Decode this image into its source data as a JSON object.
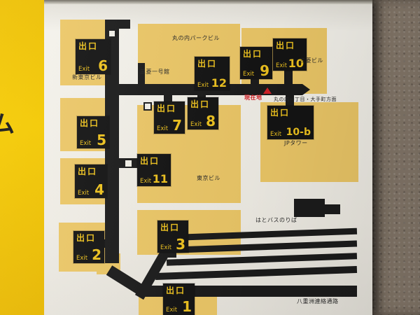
{
  "map": {
    "frame_text": "ム",
    "exits": [
      {
        "jp": "出口",
        "en": "Exit",
        "num": "6"
      },
      {
        "jp": "出口",
        "en": "Exit",
        "num": "12"
      },
      {
        "jp": "出口",
        "en": "Exit",
        "num": "9"
      },
      {
        "jp": "出口",
        "en": "Exit",
        "num": "10"
      },
      {
        "jp": "出口",
        "en": "Exit",
        "num": "5"
      },
      {
        "jp": "出口",
        "en": "Exit",
        "num": "7"
      },
      {
        "jp": "出口",
        "en": "Exit",
        "num": "8"
      },
      {
        "jp": "出口",
        "en": "Exit",
        "num": "10-b"
      },
      {
        "jp": "出口",
        "en": "Exit",
        "num": "4"
      },
      {
        "jp": "出口",
        "en": "Exit",
        "num": "11"
      },
      {
        "jp": "出口",
        "en": "Exit",
        "num": "3"
      },
      {
        "jp": "出口",
        "en": "Exit",
        "num": "2"
      },
      {
        "jp": "出口",
        "en": "Exit",
        "num": "1"
      }
    ],
    "labels": {
      "marunouchi_park": "丸の内パークビル",
      "mitsubishi_bldg": "三菱ビル",
      "shin_tokyo_bldg": "新東京ビル",
      "mitsubishi_ichigokan": "三菱一号館",
      "jp_tower": "JPタワー",
      "tokyo_bldg": "東京ビル",
      "hato_bus": "はとバスのりば",
      "yaesu_passage": "八重洲連絡通路",
      "direction": "丸の内一丁目・大手町方面",
      "current_location": "現在地"
    },
    "colors": {
      "sign_yellow": "#f3c400",
      "building_yellow": "#eec968",
      "corridor_black": "#1c1c1c",
      "current_red": "#d52128",
      "panel_white": "#f2efe7",
      "wall_brown": "#86796b"
    }
  }
}
